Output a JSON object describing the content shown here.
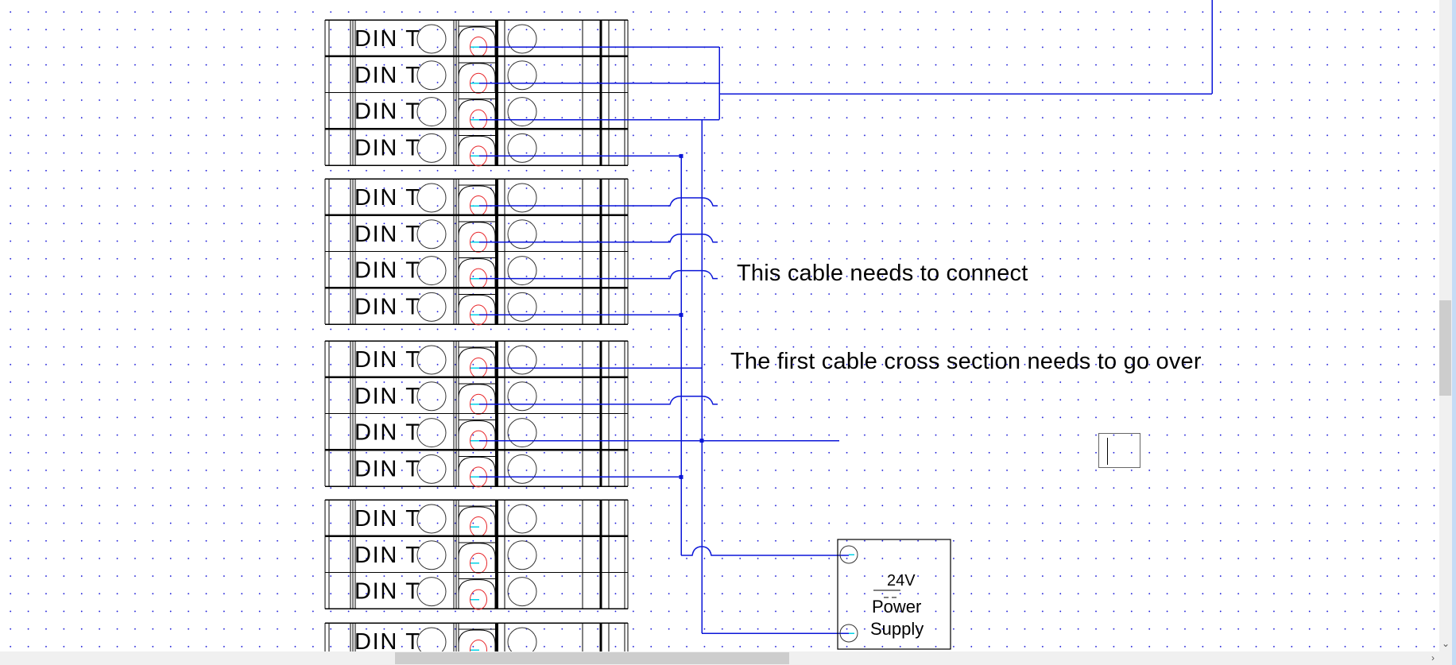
{
  "app": {
    "view": "schematic-canvas"
  },
  "colors": {
    "wire": "#0b16d8",
    "grid_dot": "#1a1ad8",
    "outline": "#000000",
    "terminal_screw": "#e8262a",
    "terminal_pin": "#00d2e6",
    "power_outline": "#000000"
  },
  "terminal_blocks": [
    {
      "rows": 4,
      "label": "DIN T"
    },
    {
      "rows": 4,
      "label": "DIN T"
    },
    {
      "rows": 4,
      "label": "DIN T"
    },
    {
      "rows": 3,
      "label": "DIN T"
    },
    {
      "rows": 1,
      "label": "DIN T"
    }
  ],
  "terminal_label": "DIN T",
  "annotations": [
    {
      "id": "note-connect",
      "text": "This cable needs to connect"
    },
    {
      "id": "note-cross-section",
      "text": "The first cable cross section needs to go over"
    }
  ],
  "power_supply": {
    "voltage": "24V",
    "label_line1": "Power",
    "label_line2": "Supply",
    "terminals": [
      "positive",
      "negative"
    ]
  },
  "text_edit": {
    "value": ""
  },
  "scrollbars": {
    "vertical": {
      "down_arrow": "⌄"
    },
    "horizontal": {
      "right_arrow": "›"
    }
  }
}
